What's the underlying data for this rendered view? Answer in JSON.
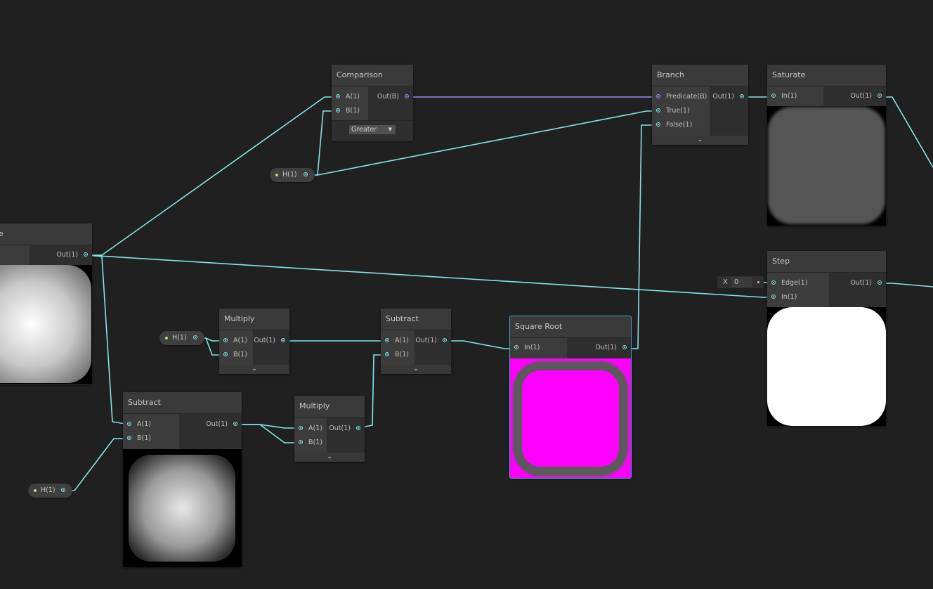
{
  "nodes": {
    "partial_node": {
      "title": "e",
      "out": "Out(1)"
    },
    "comparison": {
      "title": "Comparison",
      "in": [
        "A(1)",
        "B(1)"
      ],
      "out": "Out(B)",
      "dropdown": "Greater"
    },
    "branch": {
      "title": "Branch",
      "in": [
        "Predicate(B)",
        "True(1)",
        "False(1)"
      ],
      "out": "Out(1)"
    },
    "saturate": {
      "title": "Saturate",
      "in": [
        "In(1)"
      ],
      "out": "Out(1)"
    },
    "step": {
      "title": "Step",
      "in": [
        "Edge(1)",
        "In(1)"
      ],
      "out": "Out(1)"
    },
    "multiply_top": {
      "title": "Multiply",
      "in": [
        "A(1)",
        "B(1)"
      ],
      "out": "Out(1)"
    },
    "subtract_top": {
      "title": "Subtract",
      "in": [
        "A(1)",
        "B(1)"
      ],
      "out": "Out(1)"
    },
    "square_root": {
      "title": "Square Root",
      "in": [
        "In(1)"
      ],
      "out": "Out(1)"
    },
    "subtract_bottom": {
      "title": "Subtract",
      "in": [
        "A(1)",
        "B(1)"
      ],
      "out": "Out(1)"
    },
    "multiply_bottom": {
      "title": "Multiply",
      "in": [
        "A(1)",
        "B(1)"
      ],
      "out": "Out(1)"
    }
  },
  "properties": [
    {
      "label": "H(1)"
    },
    {
      "label": "H(1)"
    },
    {
      "label": "H(1)"
    }
  ],
  "step_edge_field": {
    "label": "X",
    "value": "0"
  },
  "footer_icon": "chevron-down-icon",
  "colors": {
    "float_wire": "#84e4e7",
    "bool_wire": "#9c8cf6",
    "background": "#202020",
    "error_preview": "#ff00ff"
  }
}
